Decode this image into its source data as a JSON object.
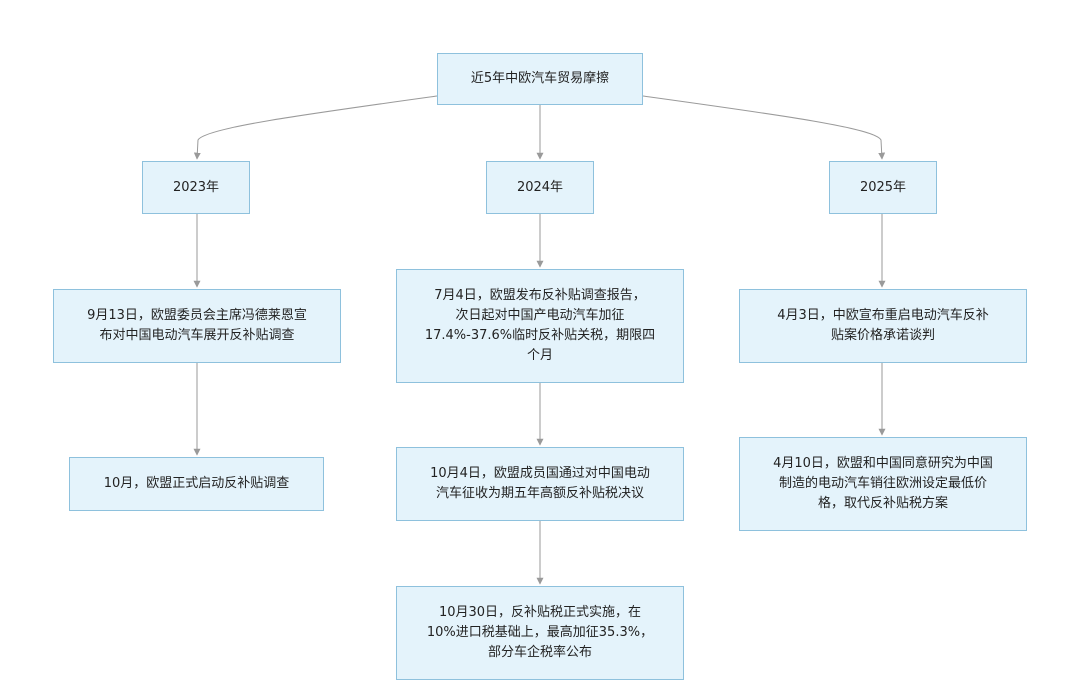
{
  "root": {
    "label": "近5年中欧汽车贸易摩擦"
  },
  "years": [
    {
      "label": "2023年",
      "events": [
        "9月13日，欧盟委员会主席冯德莱恩宣\n布对中国电动汽车展开反补贴调查",
        "10月，欧盟正式启动反补贴调查"
      ]
    },
    {
      "label": "2024年",
      "events": [
        "7月4日，欧盟发布反补贴调查报告，\n次日起对中国产电动汽车加征\n17.4%-37.6%临时反补贴关税，期限四\n个月",
        "10月4日，欧盟成员国通过对中国电动\n汽车征收为期五年高额反补贴税决议",
        "10月30日，反补贴税正式实施，在\n10%进口税基础上，最高加征35.3%，\n部分车企税率公布"
      ]
    },
    {
      "label": "2025年",
      "events": [
        "4月3日，中欧宣布重启电动汽车反补\n贴案价格承诺谈判",
        "4月10日，欧盟和中国同意研究为中国\n制造的电动汽车销往欧洲设定最低价\n格，取代反补贴税方案"
      ]
    }
  ],
  "colors": {
    "node_fill": "#e4f3fb",
    "node_border": "#8ec1dd",
    "edge": "#9a9a9a"
  }
}
